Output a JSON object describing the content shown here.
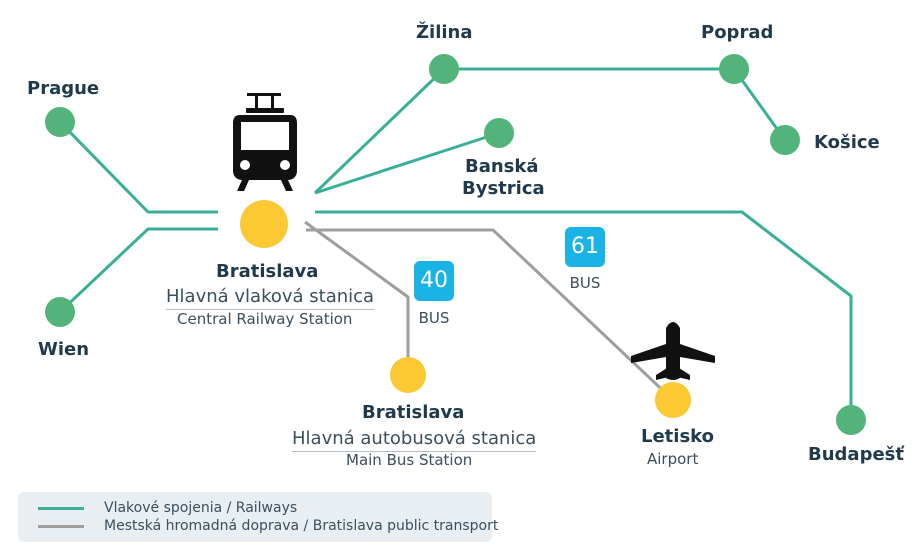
{
  "colors": {
    "railway": "#3aaf98",
    "transport": "#9e9e9e",
    "station": "#52b47a",
    "bratislava": "#fbc931",
    "bus": "#1ab3e6",
    "text": "#1f3a4d"
  },
  "icons": {
    "train": "train-icon",
    "plane": "airplane-icon"
  },
  "cities": {
    "prague": "Prague",
    "wien": "Wien",
    "zilina": "Žilina",
    "poprad": "Poprad",
    "kosice": "Košice",
    "banska_1": "Banská",
    "banska_2": "Bystrica",
    "budapest": "Budapešť"
  },
  "railway_station": {
    "name": "Bratislava",
    "local": "Hlavná vlaková stanica",
    "english": "Central Railway Station"
  },
  "bus_station": {
    "name": "Bratislava",
    "local": "Hlavná autobusová stanica",
    "english": "Main Bus Station"
  },
  "airport": {
    "name": "Letisko",
    "english": "Airport"
  },
  "bus_lines": [
    {
      "number": "40",
      "label": "BUS"
    },
    {
      "number": "61",
      "label": "BUS"
    }
  ],
  "legend": {
    "railways": "Vlakové spojenia / Railways",
    "transport": "Mestská hromadná doprava / Bratislava public transport"
  }
}
